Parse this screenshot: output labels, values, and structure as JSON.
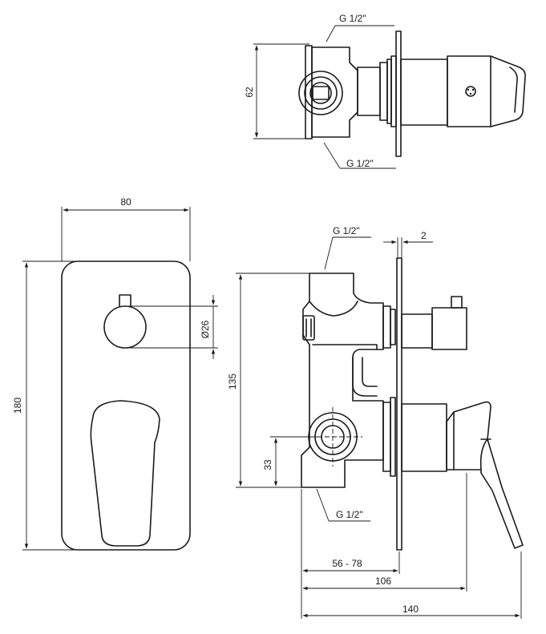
{
  "top_view": {
    "thread_top": "G 1/2\"",
    "thread_bottom": "G 1/2\"",
    "height_dim": "62"
  },
  "front_view": {
    "width_dim": "80",
    "height_dim": "180",
    "knob_dia_dim": "Ø26"
  },
  "side_view": {
    "thread_top": "G 1/2\"",
    "thread_bottom": "G 1/2\"",
    "plate_dim": "2",
    "body_height_dim": "135",
    "outlet_dim": "33",
    "depth_range_dim": "56 - 78",
    "depth_dim": "106",
    "total_depth_dim": "140"
  }
}
